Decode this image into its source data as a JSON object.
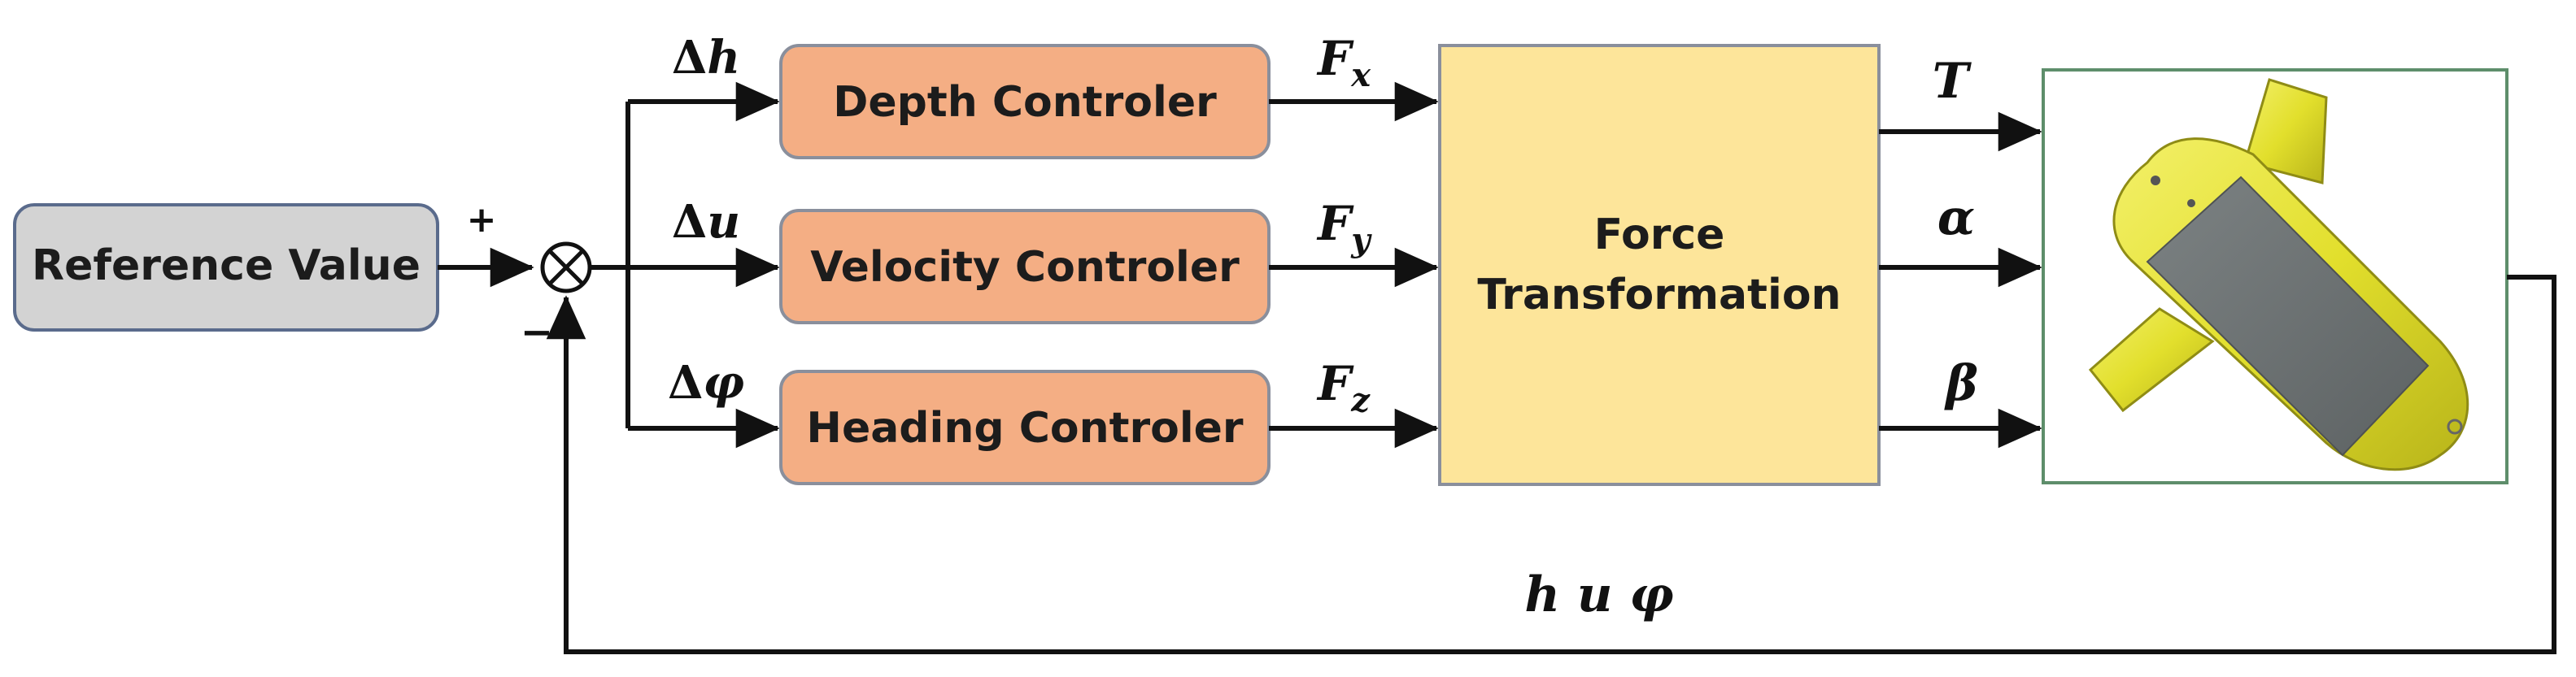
{
  "blocks": {
    "reference": "Reference Value",
    "depth": "Depth Controler",
    "velocity": "Velocity Controler",
    "heading": "Heading Controler",
    "force_line1": "Force",
    "force_line2": "Transformation"
  },
  "signs": {
    "plus": "+",
    "minus": "−"
  },
  "errors": {
    "dh_delta": "Δ",
    "dh_var": "h",
    "du_delta": "Δ",
    "du_var": "u",
    "dphi_delta": "Δ",
    "dphi_var": "φ"
  },
  "forces": {
    "fx_main": "F",
    "fx_sub": "x",
    "fy_main": "F",
    "fy_sub": "y",
    "fz_main": "F",
    "fz_sub": "z"
  },
  "outputs": {
    "t": "T",
    "alpha": "α",
    "beta": "β"
  },
  "feedback": {
    "label": "h u φ"
  },
  "colors": {
    "reference_fill": "#d3d3d3",
    "reference_stroke": "#5a6b8c",
    "controller_fill": "#f4ae84",
    "controller_stroke": "#8a8f9c",
    "force_fill": "#fde59a",
    "force_stroke": "#8a8f9c",
    "plant_stroke": "#5e8e6b",
    "vehicle_body": "#e2df2c",
    "solar_panel": "#6f7475"
  },
  "icons": {
    "summing_junction": "circle-times-icon",
    "vehicle": "underwater-glider-image"
  }
}
